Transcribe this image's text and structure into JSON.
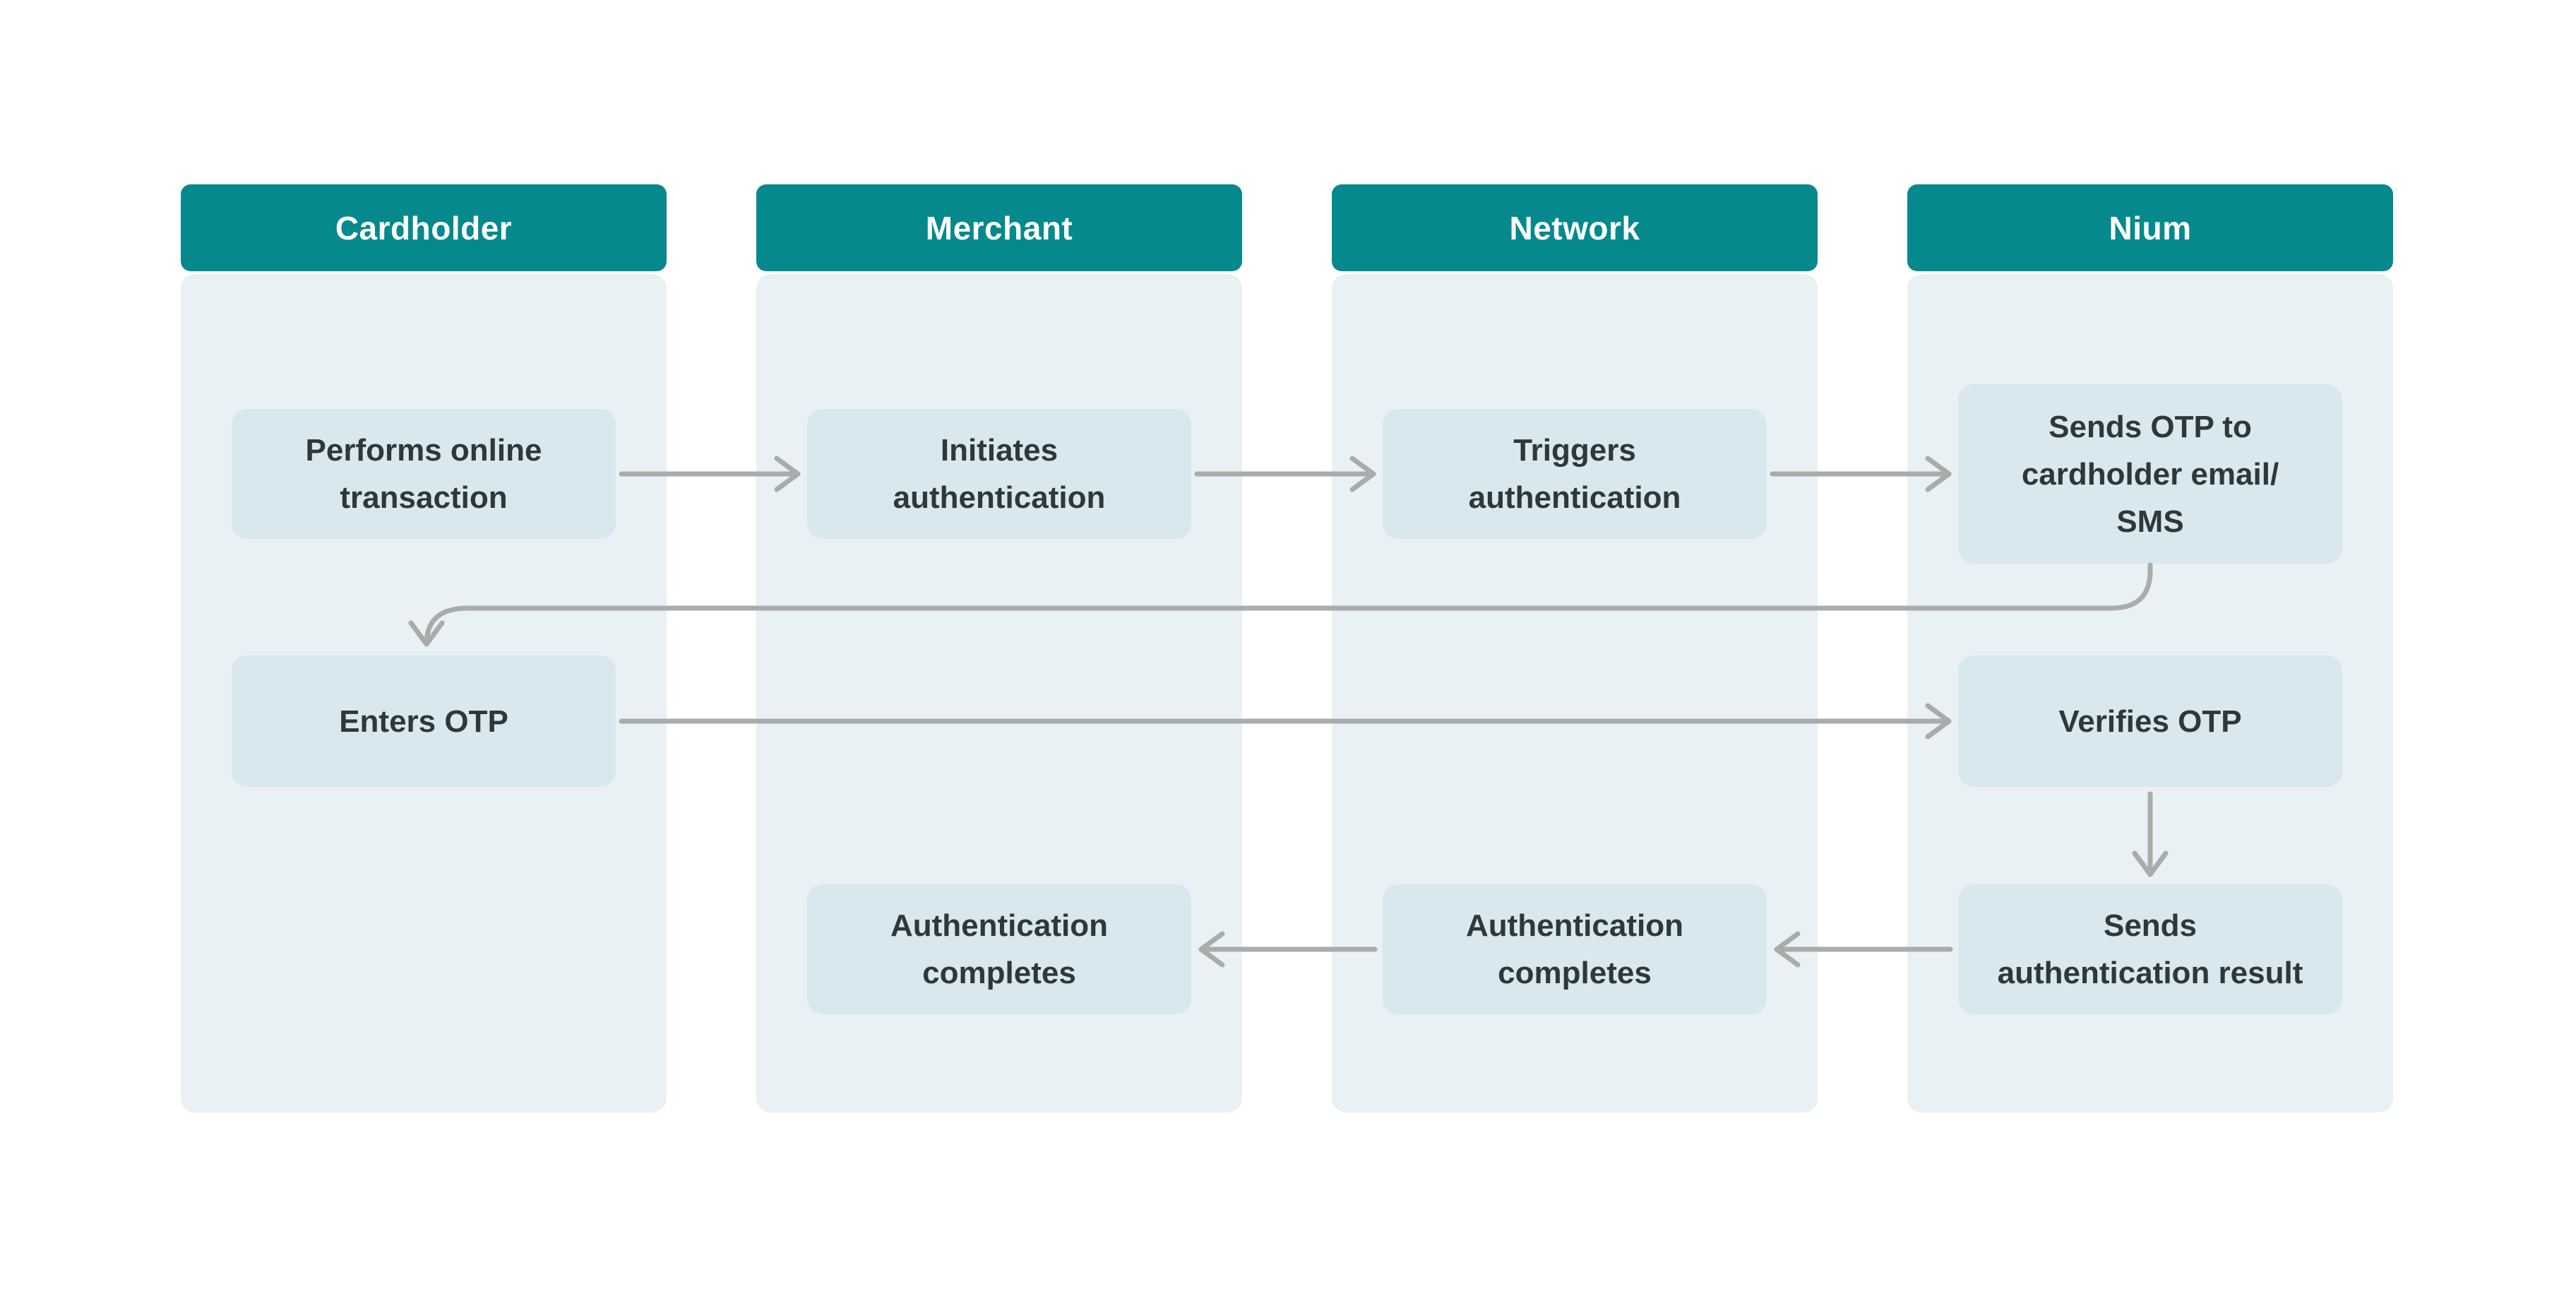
{
  "colors": {
    "teal": "#06898C",
    "lane_bg": "#E9F1F4",
    "card_bg": "#D8E8EE",
    "arrow": "#ABABAB",
    "text": "#2E383C"
  },
  "lanes": [
    {
      "label": "Cardholder"
    },
    {
      "label": "Merchant"
    },
    {
      "label": "Network"
    },
    {
      "label": "Nium"
    }
  ],
  "nodes": {
    "performs": {
      "label": "Performs online\ntransaction"
    },
    "initiates": {
      "label": "Initiates\nauthentication"
    },
    "triggers": {
      "label": "Triggers\nauthentication"
    },
    "sends_otp": {
      "label": "Sends OTP to\ncardholder email/\nSMS"
    },
    "enters_otp": {
      "label": "Enters OTP"
    },
    "verifies_otp": {
      "label": "Verifies OTP"
    },
    "sends_result": {
      "label": "Sends\nauthentication result"
    },
    "network_completes": {
      "label": "Authentication\ncompletes"
    },
    "merchant_completes": {
      "label": "Authentication\ncompletes"
    }
  }
}
